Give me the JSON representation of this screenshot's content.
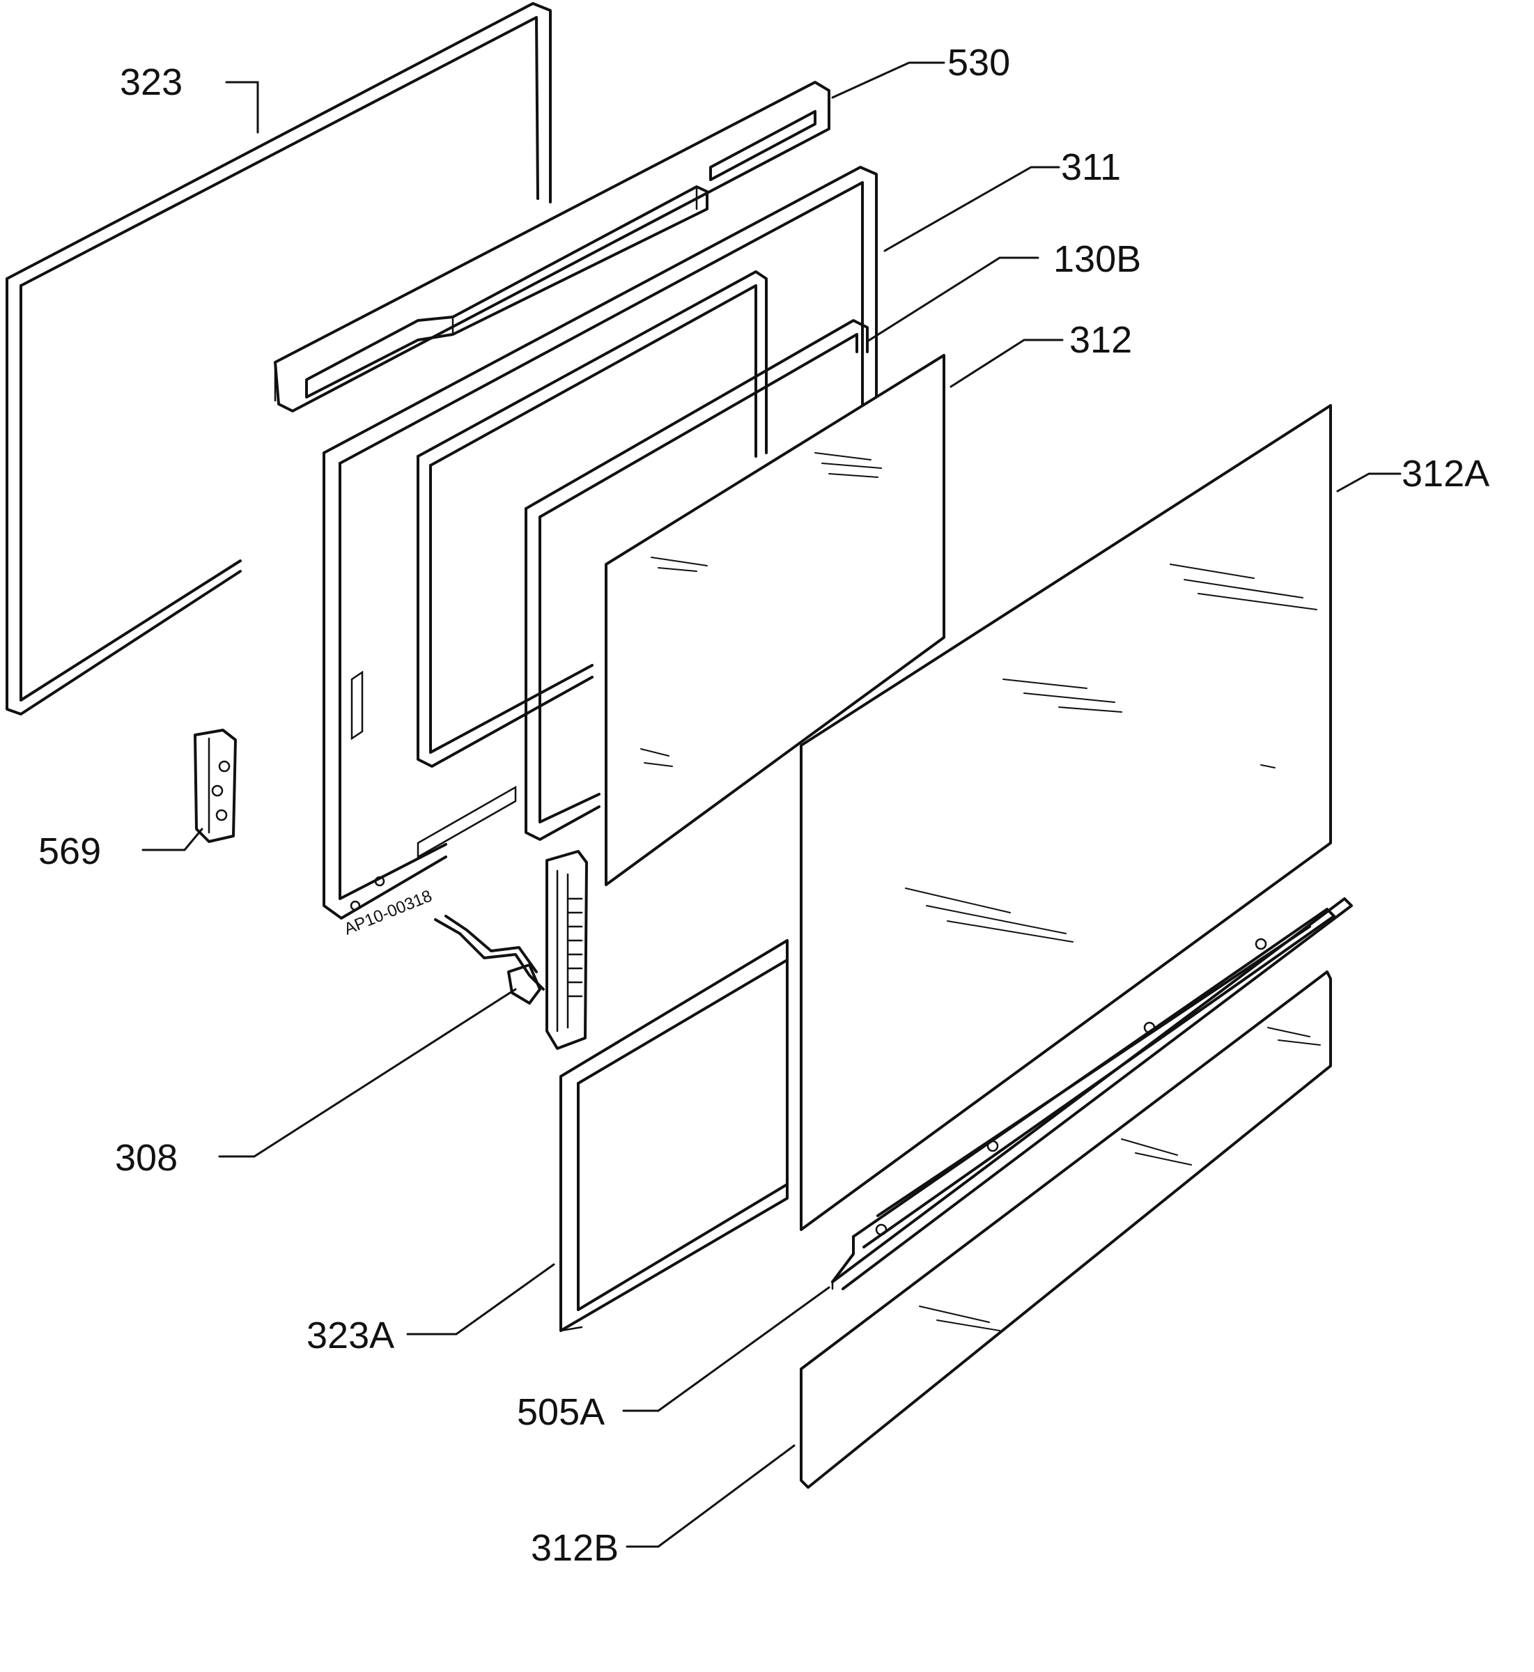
{
  "diagram": {
    "labels": {
      "l323": "323",
      "l530": "530",
      "l311": "311",
      "l130b": "130B",
      "l312": "312",
      "l312a": "312A",
      "l569": "569",
      "l308": "308",
      "l323a": "323A",
      "l505a": "505A",
      "l312b": "312B"
    },
    "code": "AP10-00318"
  }
}
